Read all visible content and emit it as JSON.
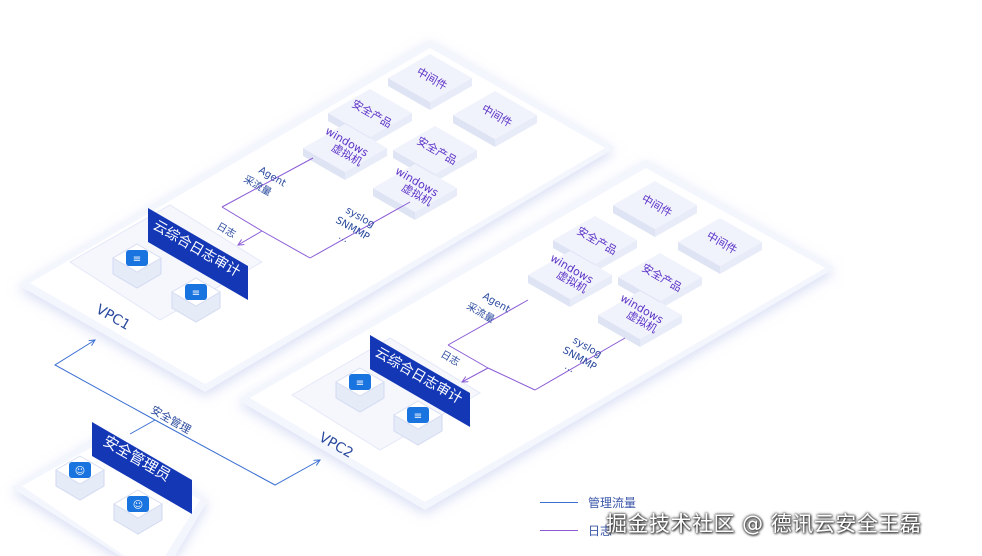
{
  "colors": {
    "platform": "#ffffff",
    "platform_shadow": "#dfe4f6",
    "box_top": "#f1f3fc",
    "box_side": "#dfe4f5",
    "banner": "#1437b6",
    "banner_text": "#ffffff",
    "box_text": "#5c32c7",
    "label_text": "#2a4a9e",
    "mgmt_line": "#3a6fd2",
    "log_line": "#8a5ad6",
    "server_blue": "#1a74e0"
  },
  "vpc1": {
    "label": "VPC1",
    "banner": "云综合日志审计",
    "boxes": {
      "middleware_1": "中间件",
      "middleware_2": "中间件",
      "security_1": "安全产品",
      "security_2": "安全产品",
      "windows_1": [
        "windows",
        "虚拟机"
      ],
      "windows_2": [
        "windows",
        "虚拟机"
      ]
    },
    "agent": [
      "Agent",
      "采流量"
    ],
    "syslog": [
      "syslog",
      "SNMMP",
      "..."
    ],
    "log": "日志"
  },
  "vpc2": {
    "label": "VPC2",
    "banner": "云综合日志审计",
    "boxes": {
      "middleware_1": "中间件",
      "middleware_2": "中间件",
      "security_1": "安全产品",
      "security_2": "安全产品",
      "windows_1": [
        "windows",
        "虚拟机"
      ],
      "windows_2": [
        "windows",
        "虚拟机"
      ]
    },
    "agent": [
      "Agent",
      "采流量"
    ],
    "syslog": [
      "syslog",
      "SNMMP",
      "..."
    ],
    "log": "日志"
  },
  "admin": {
    "banner": "安全管理员",
    "mgmt_label": "安全管理"
  },
  "legend": {
    "mgmt": "管理流量",
    "log": "日志"
  },
  "watermark": "掘金技术社区 @ 德讯云安全王磊",
  "icons": [
    "server-icon",
    "admin-user-icon"
  ]
}
